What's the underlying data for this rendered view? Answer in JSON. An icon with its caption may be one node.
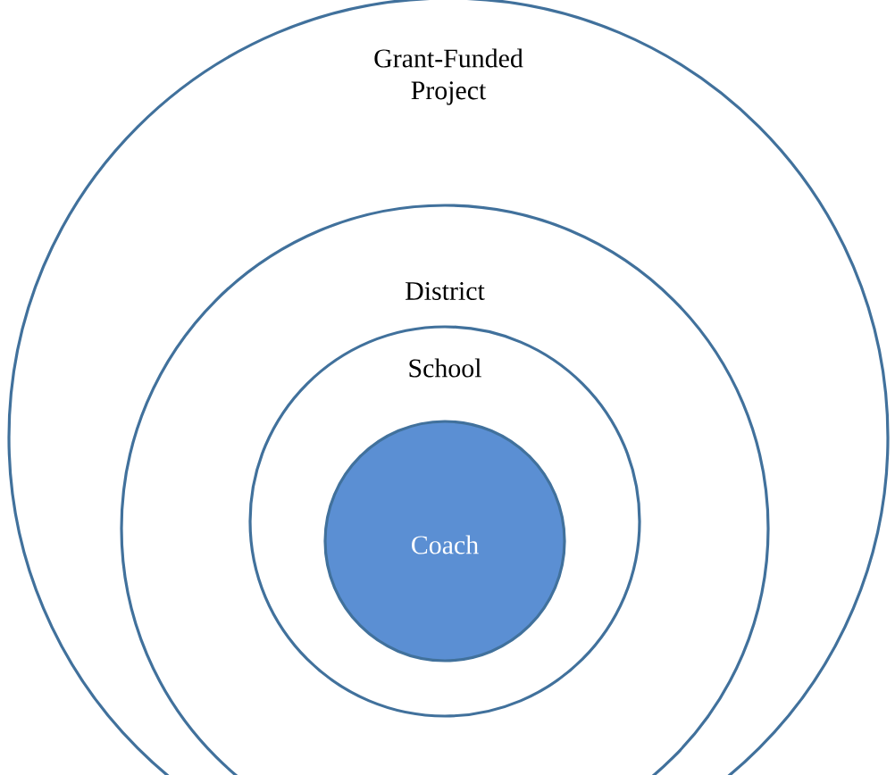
{
  "diagram": {
    "nodes": [
      {
        "text": [
          "Grant-Funded Project"
        ]
      },
      {
        "text": [
          "District"
        ],
        "in": 0
      },
      {
        "text": [
          "School"
        ],
        "in": 1
      },
      {
        "text": [
          "Coach"
        ],
        "in": 2
      }
    ]
  }
}
